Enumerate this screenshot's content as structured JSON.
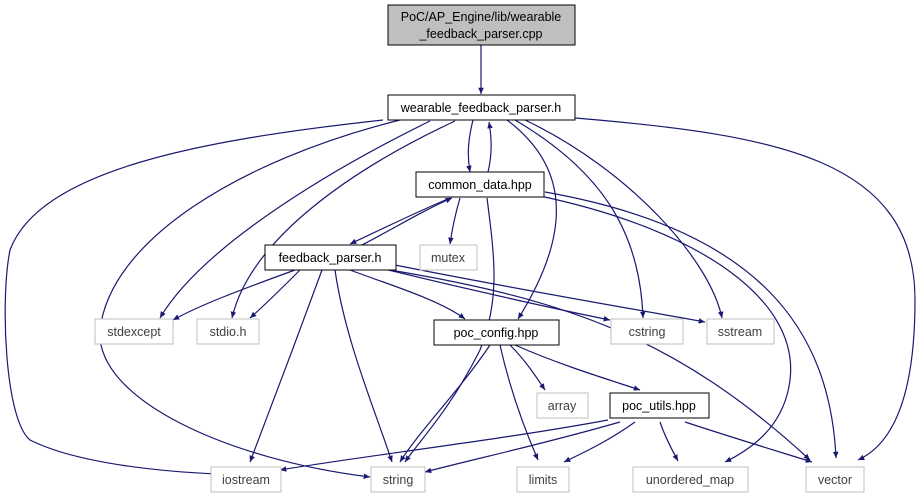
{
  "diagram": {
    "root": {
      "line1": "PoC/AP_Engine/lib/wearable",
      "line2": "_feedback_parser.cpp"
    },
    "nodes": {
      "wfp_h": "wearable_feedback_parser.h",
      "common_data": "common_data.hpp",
      "feedback_parser": "feedback_parser.h",
      "mutex": "mutex",
      "stdexcept": "stdexcept",
      "stdio": "stdio.h",
      "poc_config": "poc_config.hpp",
      "cstring": "cstring",
      "sstream": "sstream",
      "array": "array",
      "poc_utils": "poc_utils.hpp",
      "iostream": "iostream",
      "string": "string",
      "limits": "limits",
      "unordered_map": "unordered_map",
      "vector": "vector"
    },
    "colors": {
      "edge": "#191970",
      "root_fill": "#bfbfbf",
      "node_border": "#000000",
      "external_border": "#bfbfbf",
      "external_text": "#404040"
    }
  }
}
